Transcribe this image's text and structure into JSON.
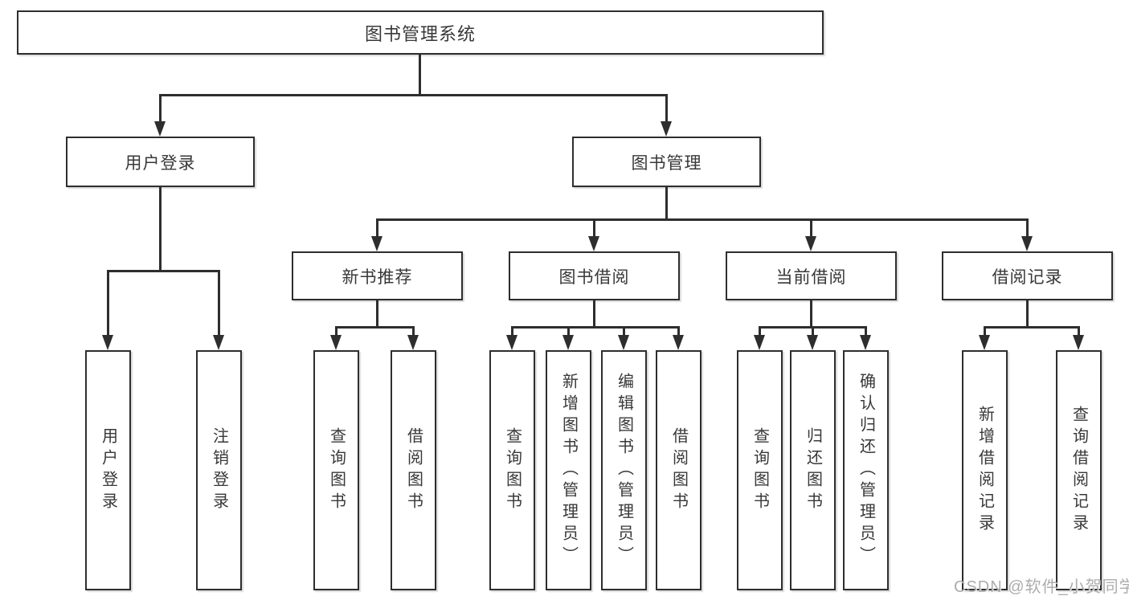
{
  "tree": {
    "root": "图书管理系统",
    "branches": [
      {
        "label": "用户登录",
        "children": [
          "用户登录",
          "注销登录"
        ]
      },
      {
        "label": "图书管理",
        "groups": [
          {
            "label": "新书推荐",
            "children": [
              "查询图书",
              "借阅图书"
            ]
          },
          {
            "label": "图书借阅",
            "children": [
              "查询图书",
              "新增图书（管理员）",
              "编辑图书（管理员）",
              "借阅图书"
            ]
          },
          {
            "label": "当前借阅",
            "children": [
              "查询图书",
              "归还图书",
              "确认归还（管理员）"
            ]
          },
          {
            "label": "借阅记录",
            "children": [
              "新增借阅记录",
              "查询借阅记录"
            ]
          }
        ]
      }
    ]
  },
  "watermark": {
    "text": "CSDN @软件_小贺同学"
  },
  "colors": {
    "line": "#2e2e2e",
    "text": "#383838",
    "watermark": "#a8a8a8",
    "background": "#ffffff"
  }
}
